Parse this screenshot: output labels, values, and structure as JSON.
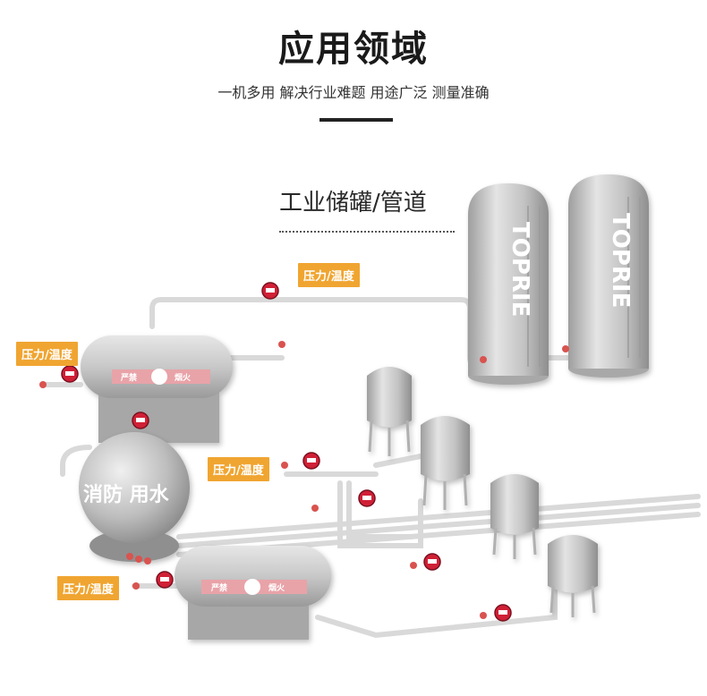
{
  "header": {
    "title": "应用领域",
    "subtitle": "一机多用  解决行业难题  用途广泛  测量准确"
  },
  "section": {
    "label": "工业储罐/管道"
  },
  "tags": {
    "top": "压力/温度",
    "left": "压力/温度",
    "middle": "压力/温度",
    "bottom": "压力/温度"
  },
  "tanks": {
    "brand_1": "TOPRIE",
    "brand_2": "TOPRIE",
    "sphere_label": "消防 用水",
    "band_1_left": "严禁",
    "band_1_right": "烟火",
    "band_2_left": "严禁",
    "band_2_right": "烟火"
  },
  "colors": {
    "tag_bg": "#f0a531",
    "tank_gray": "#bdbdbd",
    "band_pink": "#e8a3a8",
    "gauge_red": "#d02036"
  }
}
